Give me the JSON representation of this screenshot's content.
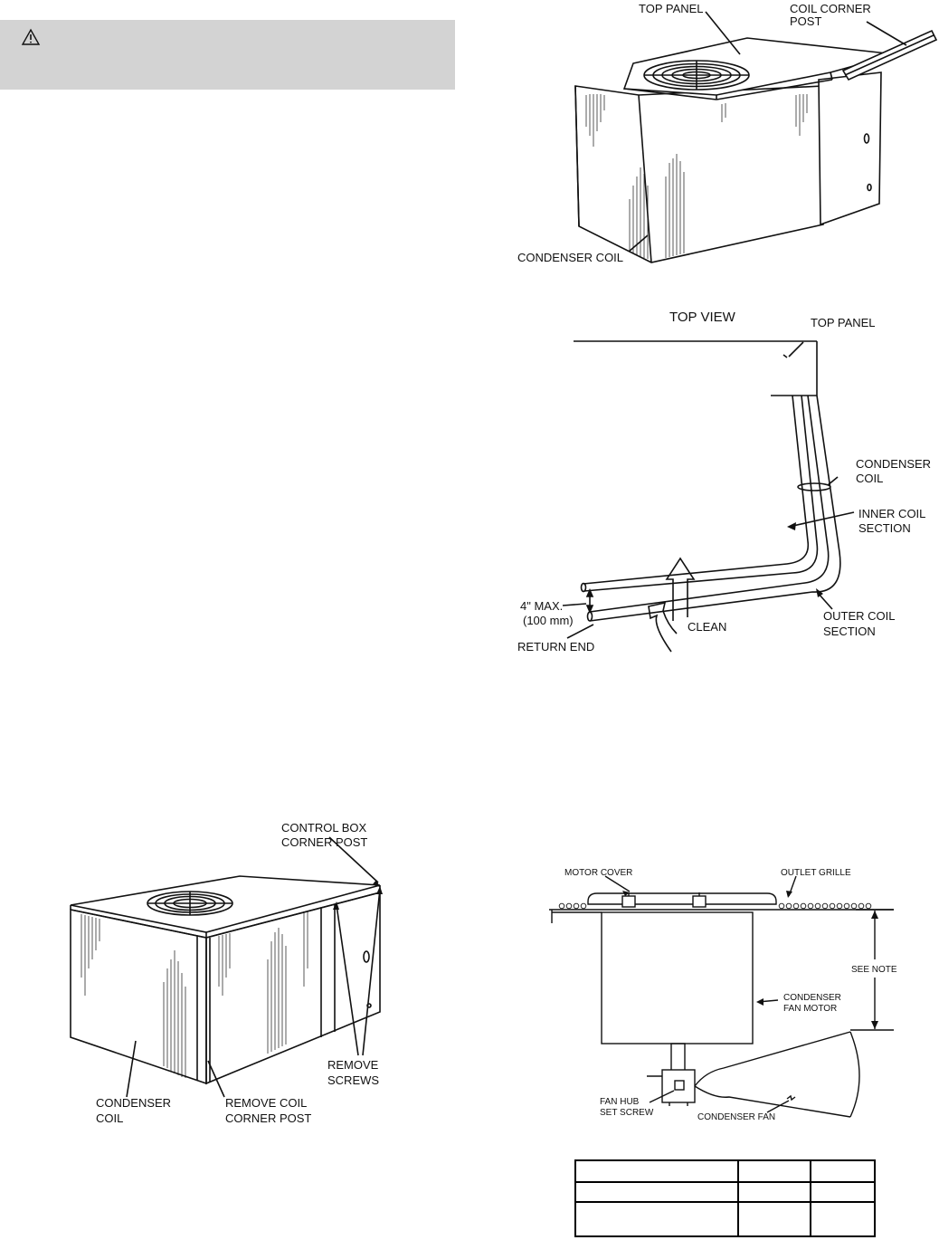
{
  "warning": {
    "icon": "warning-triangle-icon"
  },
  "figure_top_right": {
    "labels": {
      "top_panel": "TOP PANEL",
      "coil_corner_post_1": "COIL CORNER",
      "coil_corner_post_2": "POST",
      "condenser_coil": "CONDENSER COIL"
    }
  },
  "figure_top_view": {
    "title": "TOP VIEW",
    "labels": {
      "top_panel": "TOP PANEL",
      "condenser_1": "CONDENSER",
      "condenser_2": "COIL",
      "inner_1": "INNER COIL",
      "inner_2": "SECTION",
      "max_1": "4\" MAX.",
      "max_2": "(100 mm)",
      "clean": "CLEAN",
      "outer_1": "OUTER COIL",
      "outer_2": "SECTION",
      "return_end": "RETURN END"
    }
  },
  "figure_unit": {
    "labels": {
      "control_1": "CONTROL BOX",
      "control_2": "CORNER POST",
      "remove_1": "REMOVE",
      "remove_2": "SCREWS",
      "coil_1": "CONDENSER",
      "coil_2": "COIL",
      "post_1": "REMOVE COIL",
      "post_2": "CORNER POST"
    }
  },
  "figure_fan": {
    "labels": {
      "motor_cover": "MOTOR COVER",
      "outlet_grille": "OUTLET GRILLE",
      "see_note": "SEE NOTE",
      "motor_1": "CONDENSER",
      "motor_2": "FAN MOTOR",
      "hub_1": "FAN HUB",
      "hub_2": "SET SCREW",
      "fan": "CONDENSER FAN"
    }
  }
}
